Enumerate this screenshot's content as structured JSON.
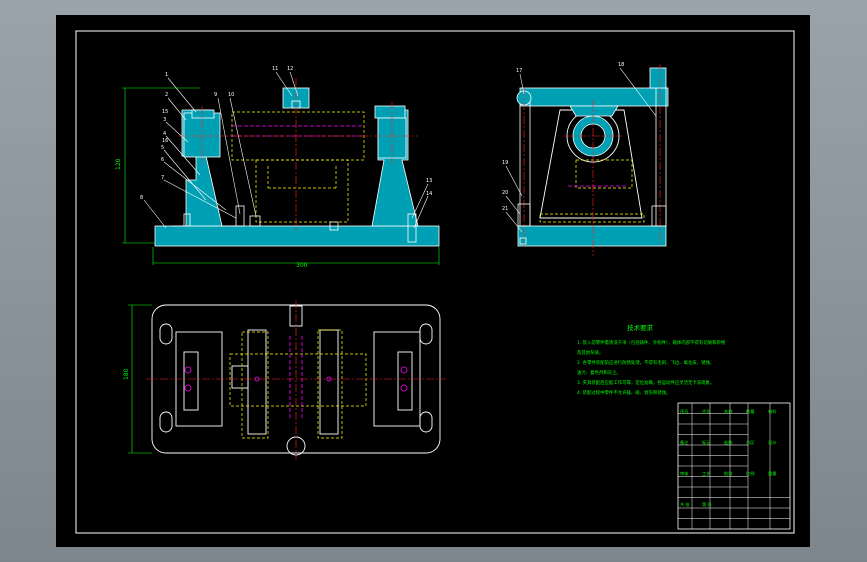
{
  "colors": {
    "background": "#000000",
    "frame": "#ffffff",
    "section_fill": "#00a0b4",
    "outline": "#ffffff",
    "hidden_line": "#ffff00",
    "center_line": "#ff2020",
    "dimension": "#00ff00",
    "workpiece": "#ff00ff",
    "leader_text": "#ffffff"
  },
  "front_view": {
    "balloon_labels": [
      "1",
      "2",
      "3",
      "4",
      "5",
      "6",
      "7",
      "8",
      "9",
      "10",
      "11",
      "12",
      "13",
      "14",
      "15",
      "16"
    ],
    "dimension_width": "300",
    "dimension_height": "120"
  },
  "side_view": {
    "balloon_labels": [
      "17",
      "18",
      "19",
      "20",
      "21"
    ]
  },
  "plan_view": {
    "dimension_depth": "180"
  },
  "technical_requirements": {
    "title": "技术要求",
    "lines": [
      "1. 装入前零件需清洗干净（包括铸件、外购件），箱体内部不得有切屑和杂物",
      "   及其他杂质。",
      "2. 各零件装配前应进行防锈处理，不得有毛刺、飞边、氧化皮、锈蚀、",
      "   油污、着色剂和灰尘。",
      "3. 夹具装配后应能工作可靠，定位准确，各运动件应灵活无卡滞现象。",
      "4. 装配过程中零件不允许磕、碰、划伤和锈蚀。"
    ]
  },
  "title_block": {
    "cells": [
      "序号",
      "代号",
      "名称",
      "数量",
      "材料",
      "备注",
      "标记",
      "处数",
      "分区",
      "设计",
      "审核",
      "工艺",
      "批准",
      "比例",
      "重量",
      "共 张",
      "第 张"
    ]
  }
}
